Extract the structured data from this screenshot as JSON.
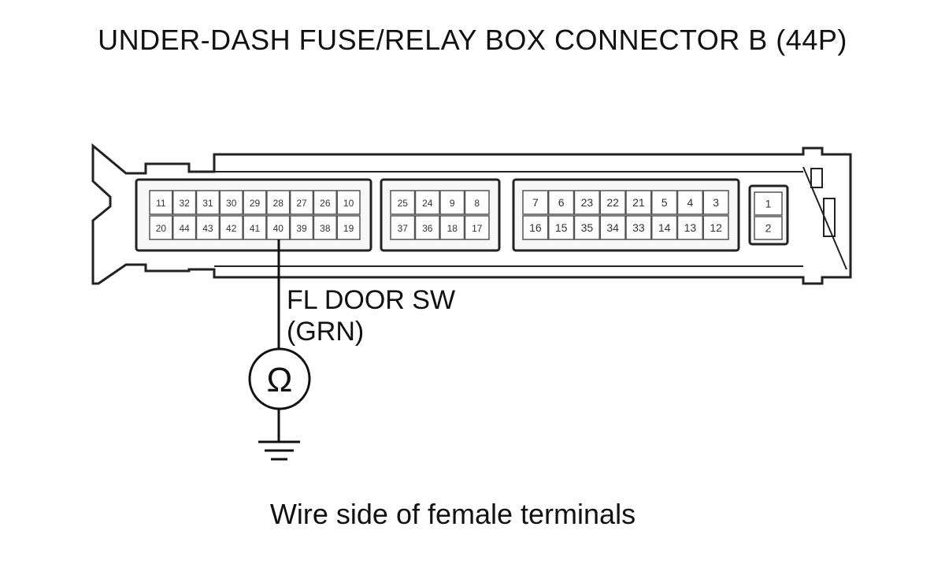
{
  "title": "UNDER-DASH FUSE/RELAY BOX CONNECTOR B (44P)",
  "connector": {
    "block_a": {
      "top": [
        "11",
        "32",
        "31",
        "30",
        "29",
        "28",
        "27",
        "26",
        "10"
      ],
      "bottom": [
        "20",
        "44",
        "43",
        "42",
        "41",
        "40",
        "39",
        "38",
        "19"
      ]
    },
    "block_b": {
      "top": [
        "25",
        "24",
        "9",
        "8"
      ],
      "bottom": [
        "37",
        "36",
        "18",
        "17"
      ]
    },
    "block_c": {
      "top": [
        "7",
        "6",
        "23",
        "22",
        "21",
        "5",
        "4",
        "3"
      ],
      "bottom": [
        "16",
        "15",
        "35",
        "34",
        "33",
        "14",
        "13",
        "12"
      ]
    },
    "block_d": {
      "top": [
        "1"
      ],
      "bottom": [
        "2"
      ]
    }
  },
  "probe_terminal": "40",
  "wire_label_line1": "FL DOOR SW",
  "wire_label_line2": "(GRN)",
  "meter_symbol": "Ω",
  "caption": "Wire side of female terminals"
}
